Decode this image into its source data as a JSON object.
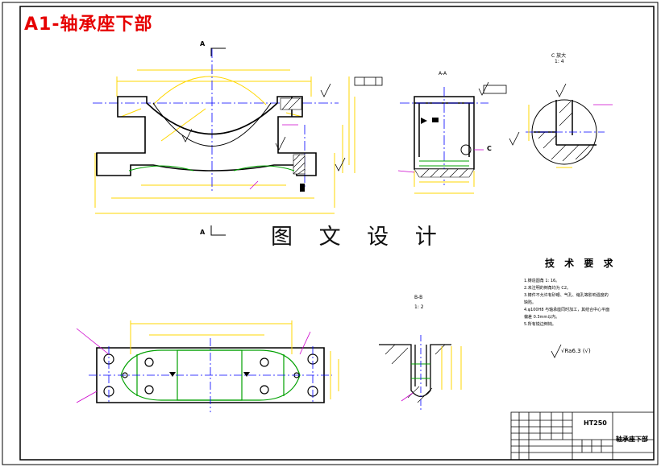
{
  "title": "A1-轴承座下部",
  "watermark": "图 文 设 计",
  "section_labels": {
    "a_top": "A",
    "a_bottom": "A",
    "aa": "A-A",
    "c_big": "C 放大",
    "c_scale": "1: 4",
    "c": "C",
    "bb": "B-B",
    "bb_scale": "1: 2"
  },
  "tech_requirements": {
    "title": "技 术 要 求",
    "items": [
      "1.铸造圆角 1: 16。",
      "2.未注明的倒角均为 C2。",
      "3.铸件不允许有砂眼、气孔、缩孔等影响强度的",
      "缺陷。",
      "4.φ100H8 与轴承座同时加工，其结合中心平面",
      "偏差 0.3mm以内。",
      "5.所有锐边倒钝。"
    ],
    "roughness_note": "√Ra6.3 (√)"
  },
  "title_block": {
    "material": "HT250",
    "part_name": "轴承座下部"
  },
  "colors": {
    "title": "#e60000",
    "outline": "#000000",
    "dimension": "#ffd700",
    "centerline": "#0000ff",
    "hidden": "#00a000",
    "leader": "#cc00cc"
  }
}
